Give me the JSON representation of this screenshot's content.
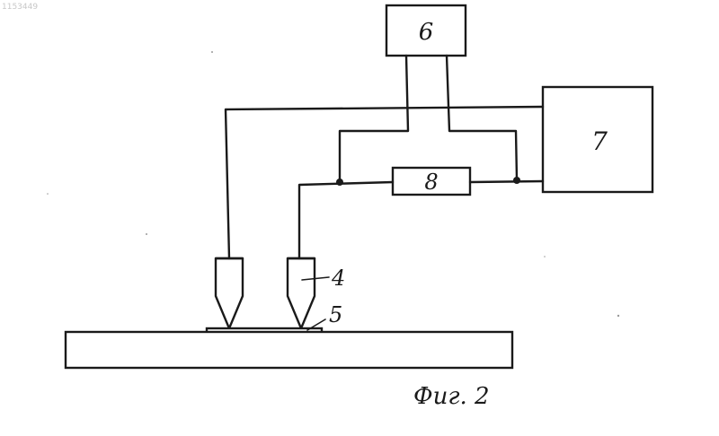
{
  "document_id": "1153449",
  "blocks": {
    "block_6": "6",
    "block_7": "7",
    "block_8": "8"
  },
  "callouts": {
    "probe": "4",
    "sample": "5"
  },
  "caption": "Фиг. 2"
}
